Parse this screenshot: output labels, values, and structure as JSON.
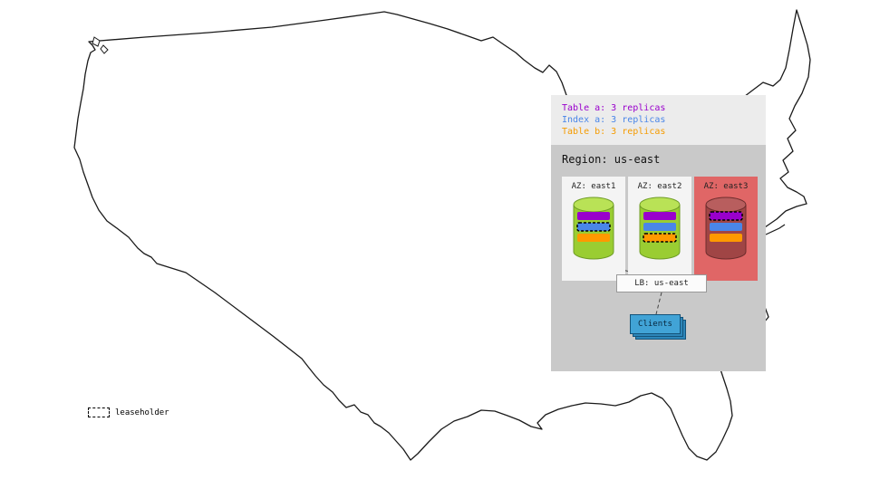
{
  "legend": {
    "items": [
      {
        "name": "table-a",
        "label": "Table a: 3 replicas",
        "color": "#9900cc"
      },
      {
        "name": "index-a",
        "label": "Index a: 3 replicas",
        "color": "#4a86e8"
      },
      {
        "name": "table-b",
        "label": "Table b: 3 replicas",
        "color": "#f59b00"
      }
    ]
  },
  "region": {
    "title": "Region: us-east",
    "azs": [
      {
        "label": "AZ: east1",
        "status": "healthy",
        "leaseholder_replica": "index-a"
      },
      {
        "label": "AZ: east2",
        "status": "healthy",
        "leaseholder_replica": "table-b"
      },
      {
        "label": "AZ: east3",
        "status": "failed",
        "leaseholder_replica": "table-a"
      }
    ],
    "lb": {
      "label": "LB: us-east"
    },
    "clients": {
      "label": "Clients"
    }
  },
  "map_legend": {
    "label": "leaseholder"
  },
  "colors": {
    "replica_table_a": "#9900cc",
    "replica_index_a": "#4a86e8",
    "replica_table_b": "#ff9900",
    "az_bg": "#f4f4f4",
    "az_failed_bg": "#e06666",
    "region_bg": "#c9c9c9",
    "legend_bg": "#ececec",
    "cylinder_healthy": "#9acd32",
    "cylinder_failed": "#a04545",
    "clients_blue": "#41a3d6"
  }
}
